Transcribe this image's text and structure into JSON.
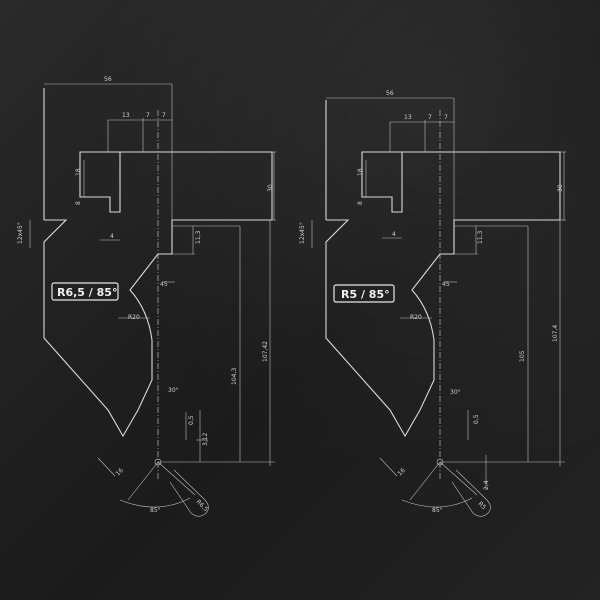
{
  "colors": {
    "background": "#1e1e1e",
    "lines": "#d9d9d9",
    "text": "#cfcfcf"
  },
  "left_tool": {
    "label": "R6,5 / 85°",
    "dims": {
      "width": "56",
      "d13": "13",
      "d7a": "7",
      "d7b": "7",
      "d18": "18",
      "d8": "8",
      "d12x45": "12x45°",
      "d4": "4",
      "d30": "30",
      "d11_3": "11,3",
      "d45": "45",
      "r20": "R20",
      "d104_3": "104,3",
      "d107_42": "107,42",
      "d30deg": "30°",
      "d0_5": "0,5",
      "d3_12": "3,12",
      "d16": "16",
      "d85": "85°",
      "tip": "R6,5"
    }
  },
  "right_tool": {
    "label": "R5 / 85°",
    "dims": {
      "width": "56",
      "d13": "13",
      "d7a": "7",
      "d7b": "7",
      "d18": "18",
      "d8": "8",
      "d12x45": "12x45°",
      "d4": "4",
      "d30": "30",
      "d11_3": "11,3",
      "d45": "45",
      "r20": "R20",
      "d105": "105",
      "d107_4": "107,4",
      "d30deg": "30°",
      "d0_5": "0,5",
      "d2_4": "2,4",
      "d16": "16",
      "d85": "85°",
      "tip": "R5"
    }
  }
}
